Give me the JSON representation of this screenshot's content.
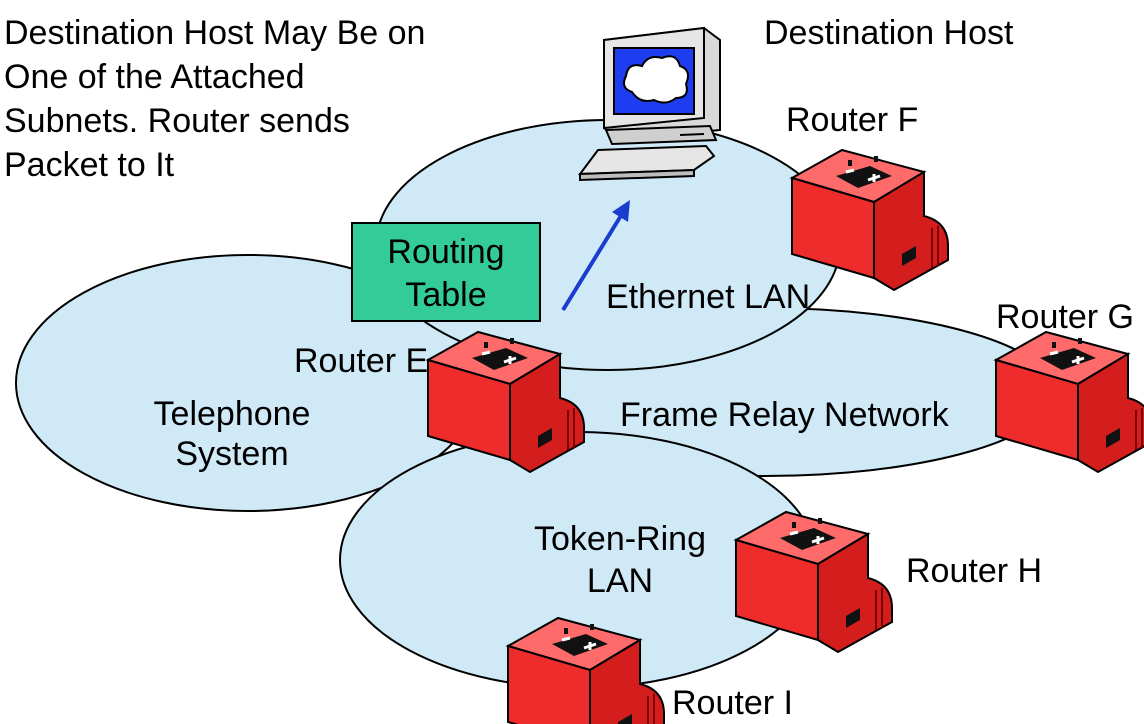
{
  "caption_lines": [
    "Destination Host May Be on",
    "One of the Attached",
    "Subnets. Router sends",
    "Packet to It"
  ],
  "destination_host_label": "Destination Host",
  "routing_table": {
    "line1": "Routing",
    "line2": "Table"
  },
  "networks": {
    "ethernet": "Ethernet LAN",
    "frame_relay": "Frame Relay Network",
    "telephone": {
      "line1": "Telephone",
      "line2": "System"
    },
    "token_ring": {
      "line1": "Token-Ring",
      "line2": "LAN"
    }
  },
  "routers": {
    "e": "Router E",
    "f": "Router F",
    "g": "Router G",
    "h": "Router H",
    "i": "Router I"
  },
  "colors": {
    "subnet_fill": "#cfe9f7",
    "routing_table_fill": "#33cc99",
    "router_red": "#ee2c2c",
    "arrow_blue": "#1a3ccf",
    "cloud_blue": "#1e3cf0"
  },
  "icons": [
    "router-icon",
    "computer-icon",
    "cloud-icon"
  ]
}
